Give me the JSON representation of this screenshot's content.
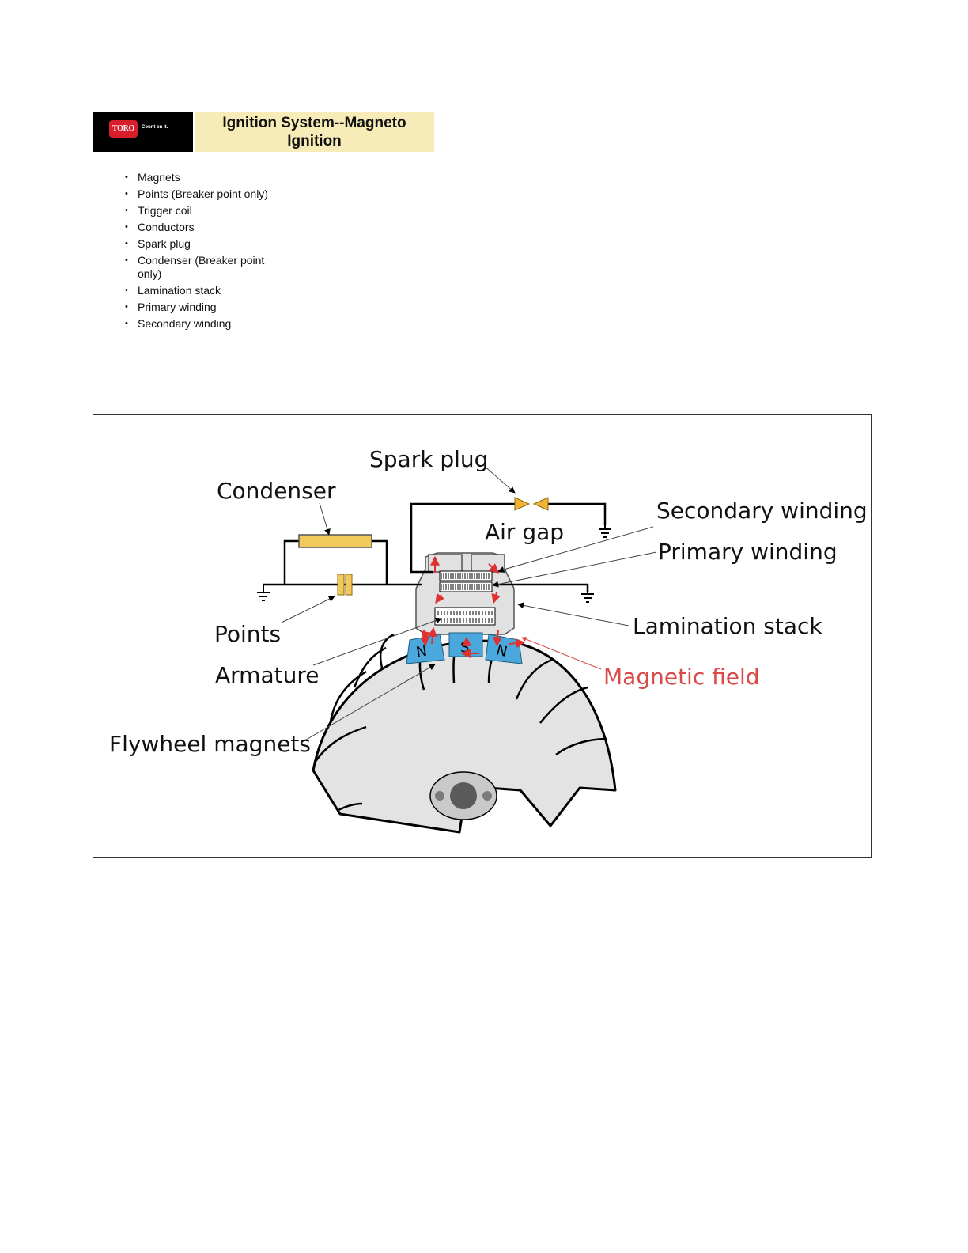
{
  "header": {
    "logo_text": "TORO",
    "logo_tagline": "Count on it.",
    "title": "Ignition System--Magneto Ignition"
  },
  "components_list": [
    "Magnets",
    "Points (Breaker point only)",
    "Trigger coil",
    "Conductors",
    "Spark plug",
    "Condenser (Breaker point only)",
    "Lamination stack",
    "Primary winding",
    "Secondary winding"
  ],
  "diagram": {
    "labels": {
      "spark_plug": "Spark plug",
      "condenser": "Condenser",
      "secondary_winding": "Secondary winding",
      "air_gap": "Air gap",
      "primary_winding": "Primary winding",
      "points": "Points",
      "lamination_stack": "Lamination stack",
      "armature": "Armature",
      "magnetic_field": "Magnetic field",
      "flywheel_magnets": "Flywheel magnets"
    },
    "magnet_poles": [
      "N",
      "S",
      "N"
    ],
    "colors": {
      "magnetic_field": "#d94a4a",
      "magnets": "#4aa8dc",
      "condenser": "#f2ca5c",
      "spark_gap": "#f2b233",
      "flywheel": "#e3e3e3"
    }
  }
}
